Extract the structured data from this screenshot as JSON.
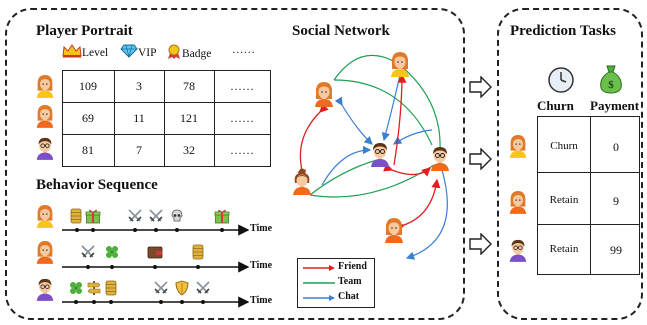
{
  "player_portrait": {
    "title": "Player Portrait",
    "columns": [
      "Level",
      "VIP",
      "Badge",
      "……"
    ],
    "rows": [
      [
        "109",
        "3",
        "78",
        "……"
      ],
      [
        "69",
        "11",
        "121",
        "……"
      ],
      [
        "81",
        "7",
        "32",
        "……"
      ]
    ]
  },
  "behavior_sequence": {
    "title": "Behavior Sequence",
    "axis_label": "Time",
    "sequences": [
      [
        "coin-stack",
        "gift-box",
        "crossed-swords",
        "crossed-swords",
        "skull",
        "gift-box"
      ],
      [
        "crossed-swords",
        "clover",
        "wallet",
        "coin-stack"
      ],
      [
        "clover",
        "signpost",
        "coin-stack",
        "crossed-swords",
        "shield",
        "crossed-swords"
      ]
    ]
  },
  "social_network": {
    "title": "Social Network",
    "legend": [
      {
        "label": "Friend",
        "color": "#e02020"
      },
      {
        "label": "Team",
        "color": "#1fa055"
      },
      {
        "label": "Chat",
        "color": "#3a7fd0"
      }
    ]
  },
  "prediction_tasks": {
    "title": "Prediction Tasks",
    "headers": [
      "Churn",
      "Payment"
    ],
    "rows": [
      [
        "Churn",
        "0"
      ],
      [
        "Retain",
        "9"
      ],
      [
        "Retain",
        "99"
      ]
    ]
  },
  "colors": {
    "female_hair": "#e07a2a",
    "skin": "#f6c9a0",
    "shirt_orange": "#f06a1e",
    "shirt_yellow": "#f5c518",
    "shirt_purple": "#7a4fc8",
    "male_hair": "#5a3518"
  }
}
